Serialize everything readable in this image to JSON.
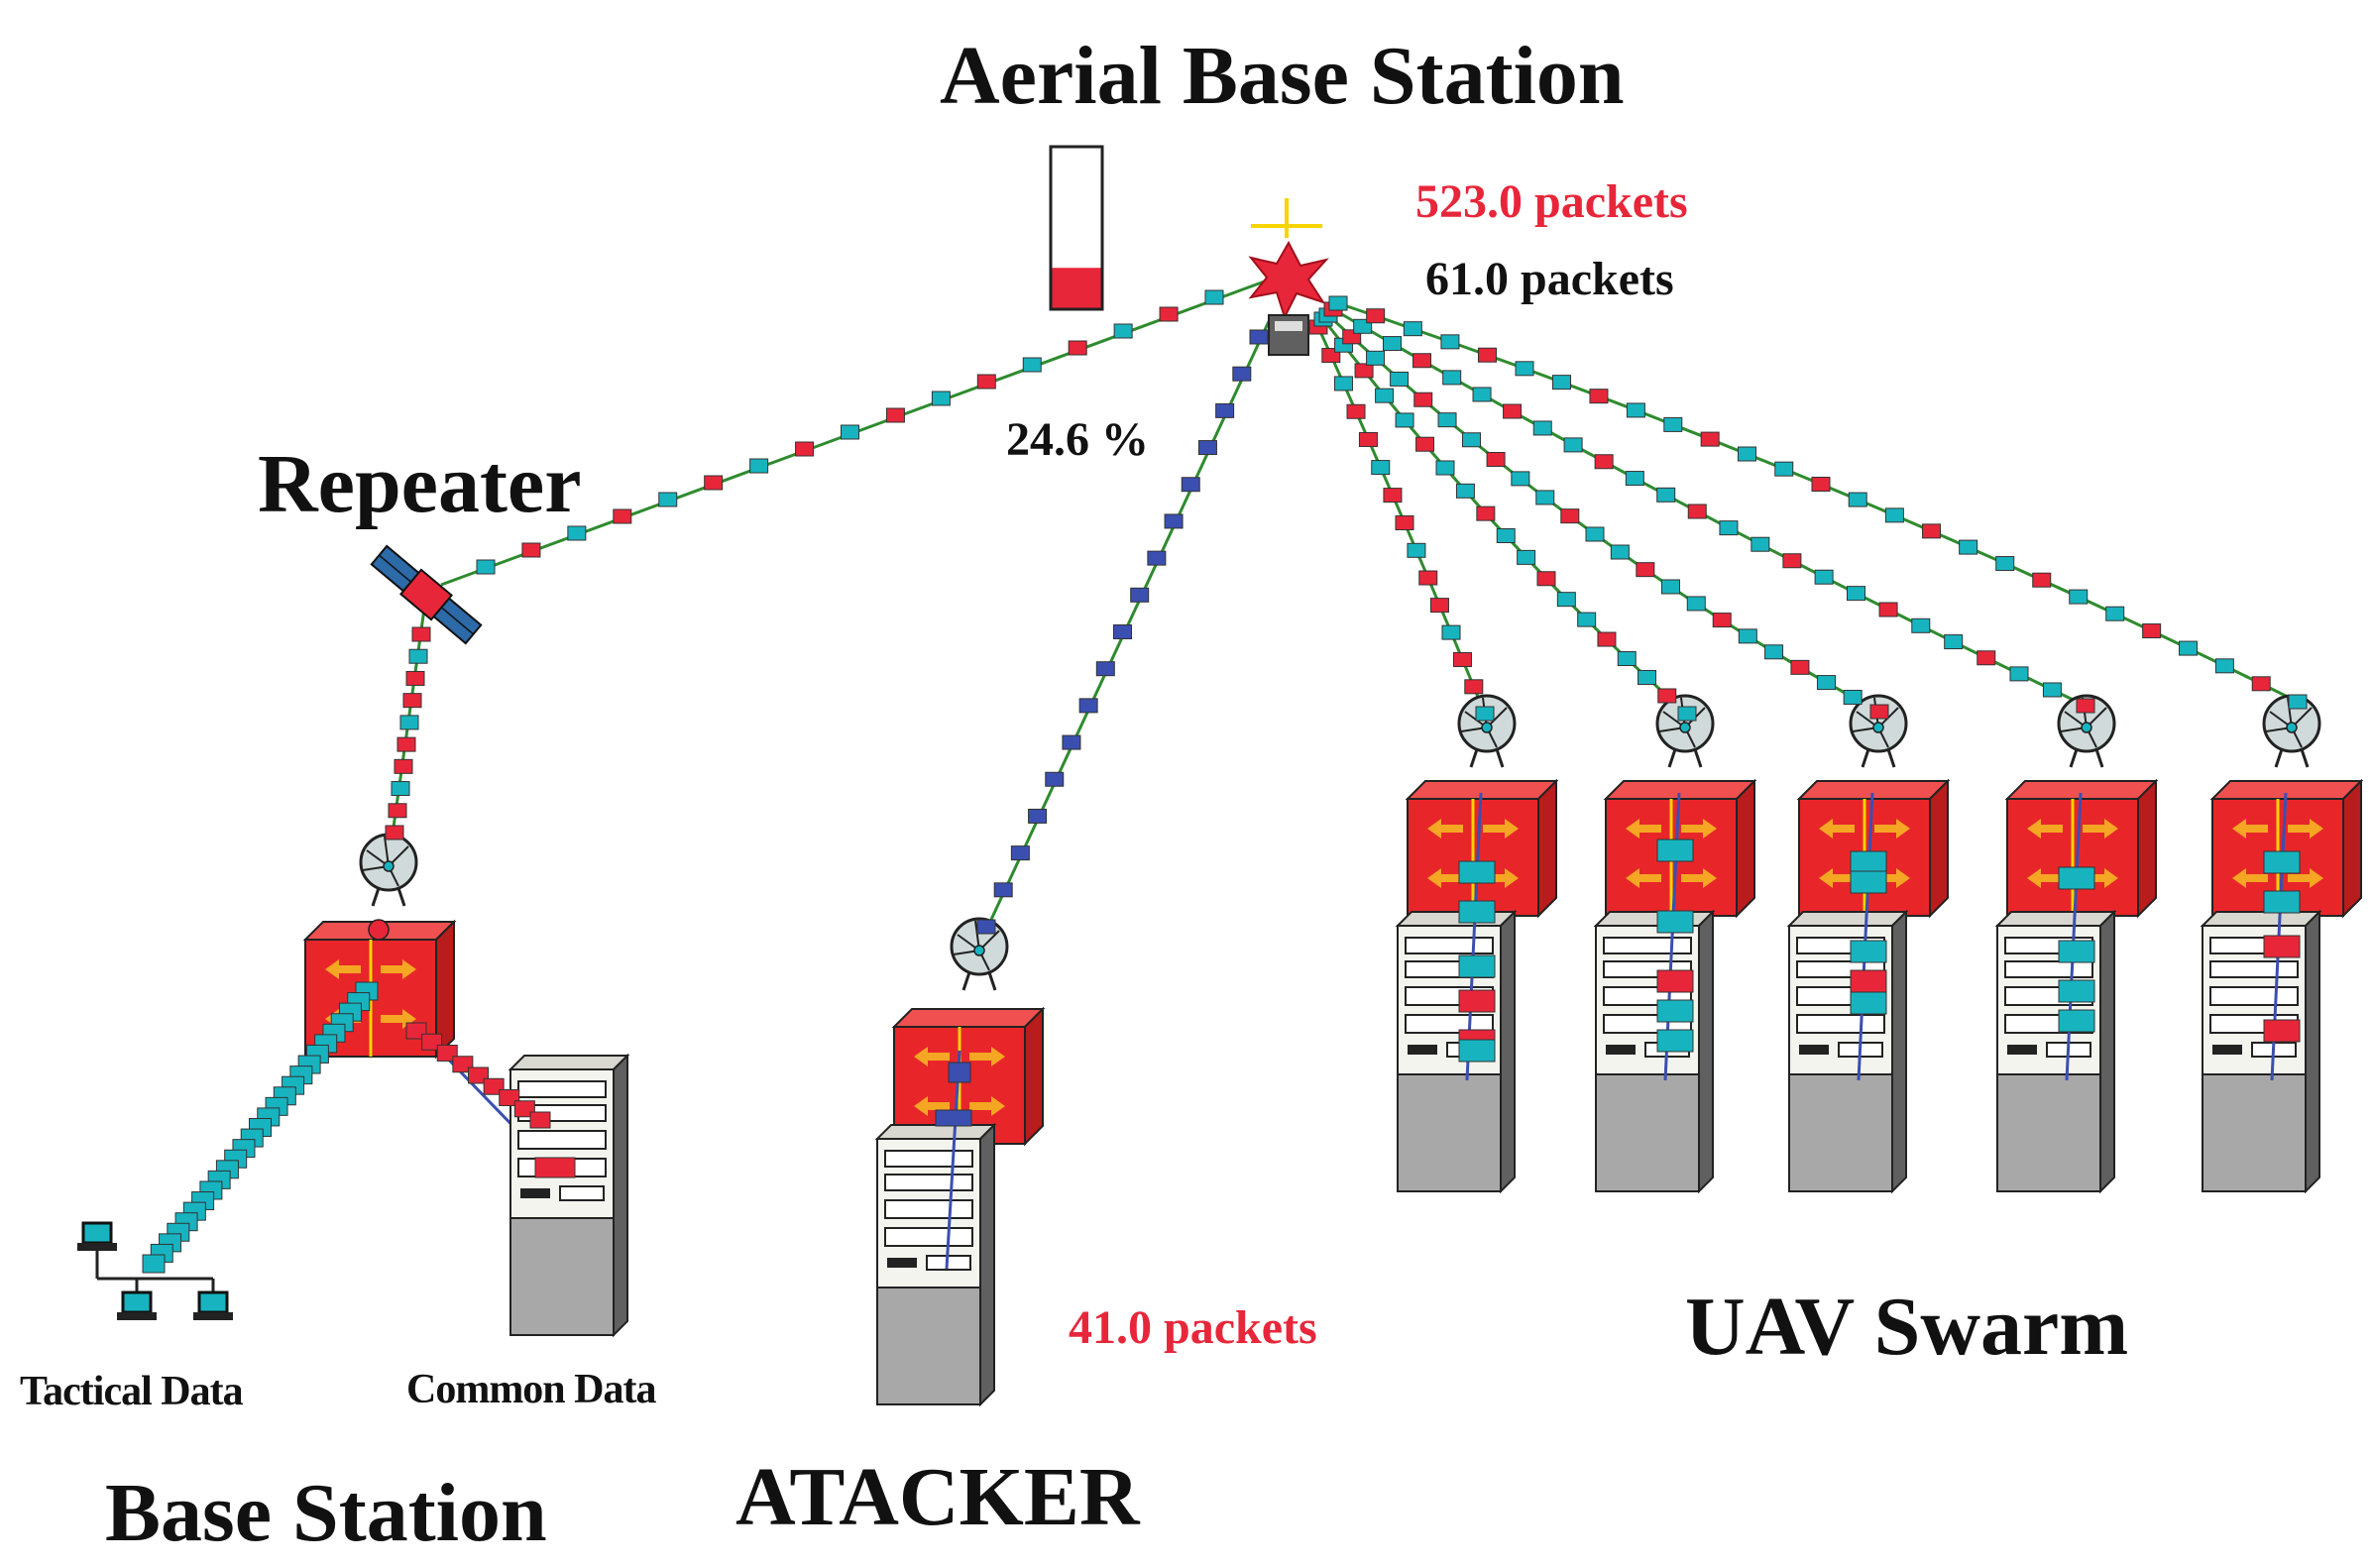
{
  "labels": {
    "aerial_base_station": "Aerial Base Station",
    "repeater": "Repeater",
    "base_station": "Base Station",
    "tactical_data": "Tactical Data",
    "common_data": "Common Data",
    "attacker": "ATACKER",
    "uav_swarm": "UAV Swarm"
  },
  "stats": {
    "packets_red": "523.0 packets",
    "packets_black": "61.0 packets",
    "attacker_packets": "41.0 packets",
    "percent": "24.6 %",
    "level_bar_fraction": 0.25
  },
  "colors": {
    "packet_red": "#e8263a",
    "packet_cyan": "#17b4c0",
    "packet_blue": "#3a4fb0",
    "link_green": "#2e8b2e",
    "router_red": "#e8262a",
    "server_gray": "#a8a8a8"
  },
  "icons": {
    "aerial_station": "star-antenna-icon",
    "repeater": "satellite-icon",
    "router": "router-box-icon",
    "dish": "satellite-dish-icon",
    "server": "server-tower-icon",
    "workstation": "workstation-icon"
  },
  "uav_count": 5
}
